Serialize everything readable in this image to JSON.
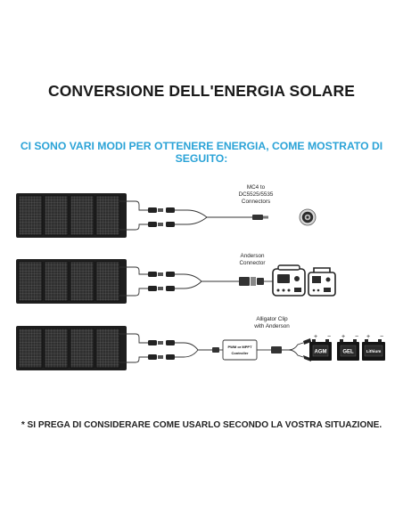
{
  "title": "CONVERSIONE DELL'ENERGIA SOLARE",
  "subtitle": "CI SONO VARI MODI PER OTTENERE ENERGIA, COME MOSTRATO DI SEGUITO:",
  "note": "* SI PREGA DI CONSIDERARE COME USARLO SECONDO LA VOSTRA SITUAZIONE.",
  "colors": {
    "title": "#1a1a1a",
    "subtitle": "#2ba3d7",
    "line": "#333333",
    "panel": "#2b2b2b"
  },
  "rows": [
    {
      "label_lines": [
        "MC4 to",
        "DC5525/5535",
        "Connectors"
      ],
      "device": "dc-barrel-connector"
    },
    {
      "label_lines": [
        "Anderson",
        "Connector"
      ],
      "device": "portable-power-stations"
    },
    {
      "label_lines": [
        "Alligator Clip",
        "with Anderson"
      ],
      "controller_lines": [
        "PWM or MPPT",
        "Controller"
      ],
      "batteries": [
        "AGM",
        "GEL",
        "Lithium"
      ],
      "terminal_plus": "+",
      "terminal_minus": "−"
    }
  ]
}
